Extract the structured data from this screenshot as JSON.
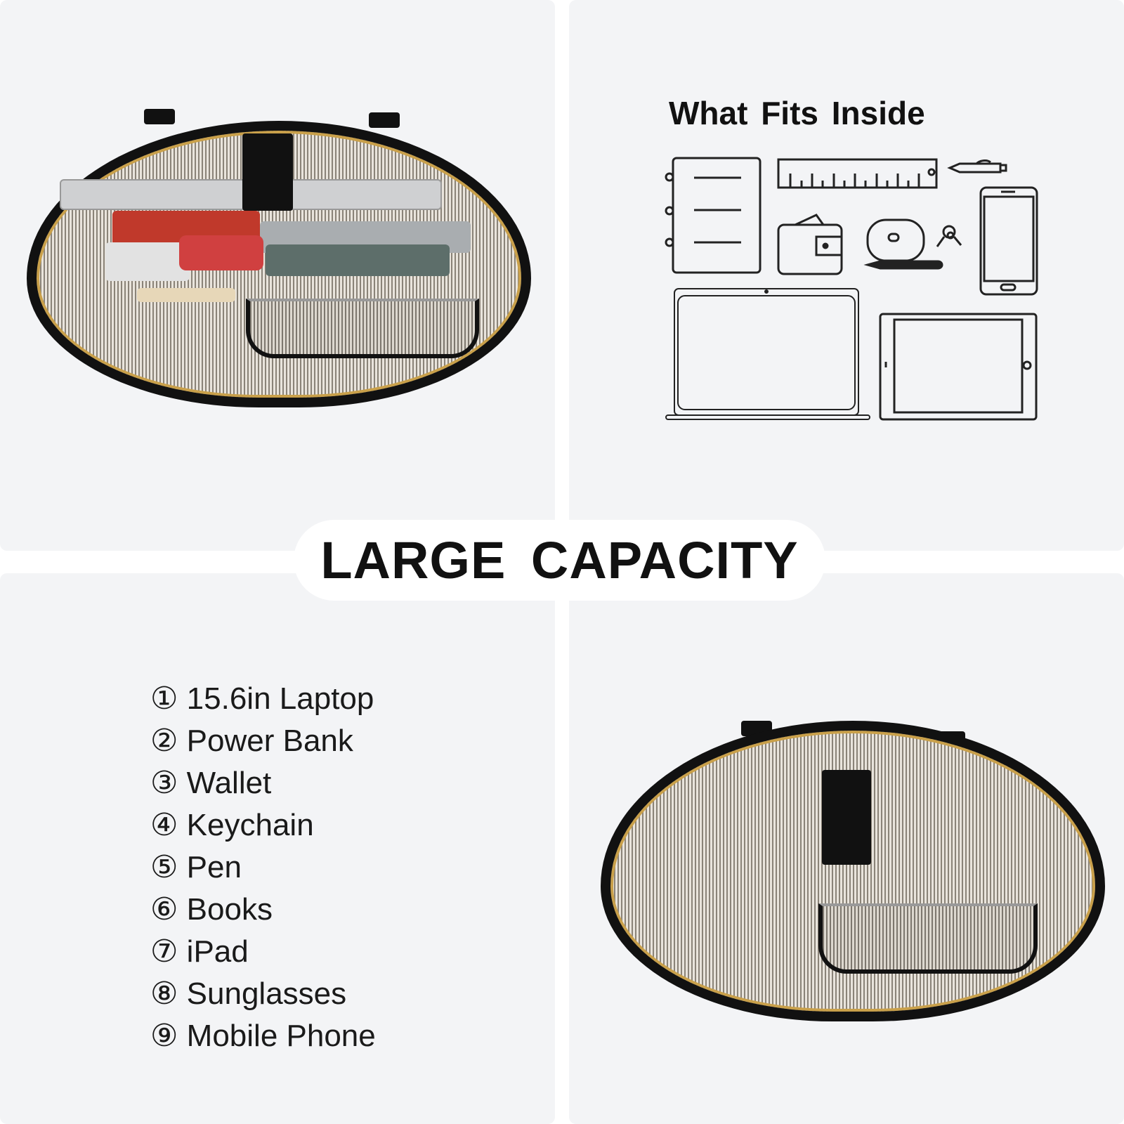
{
  "heading": "What Fits Inside",
  "banner": "LARGE CAPACITY",
  "items": [
    "① 15.6in Laptop",
    "② Power Bank",
    "③ Wallet",
    "④ Keychain",
    "⑤ Pen",
    "⑥ Books",
    "⑦ iPad",
    "⑧ Sunglasses",
    "⑨ Mobile Phone"
  ],
  "icons": [
    "notebook-icon",
    "ruler-icon",
    "pen-icon",
    "wallet-icon",
    "mouse-icon",
    "keys-icon",
    "marker-icon",
    "phone-icon",
    "laptop-icon",
    "tablet-icon"
  ]
}
